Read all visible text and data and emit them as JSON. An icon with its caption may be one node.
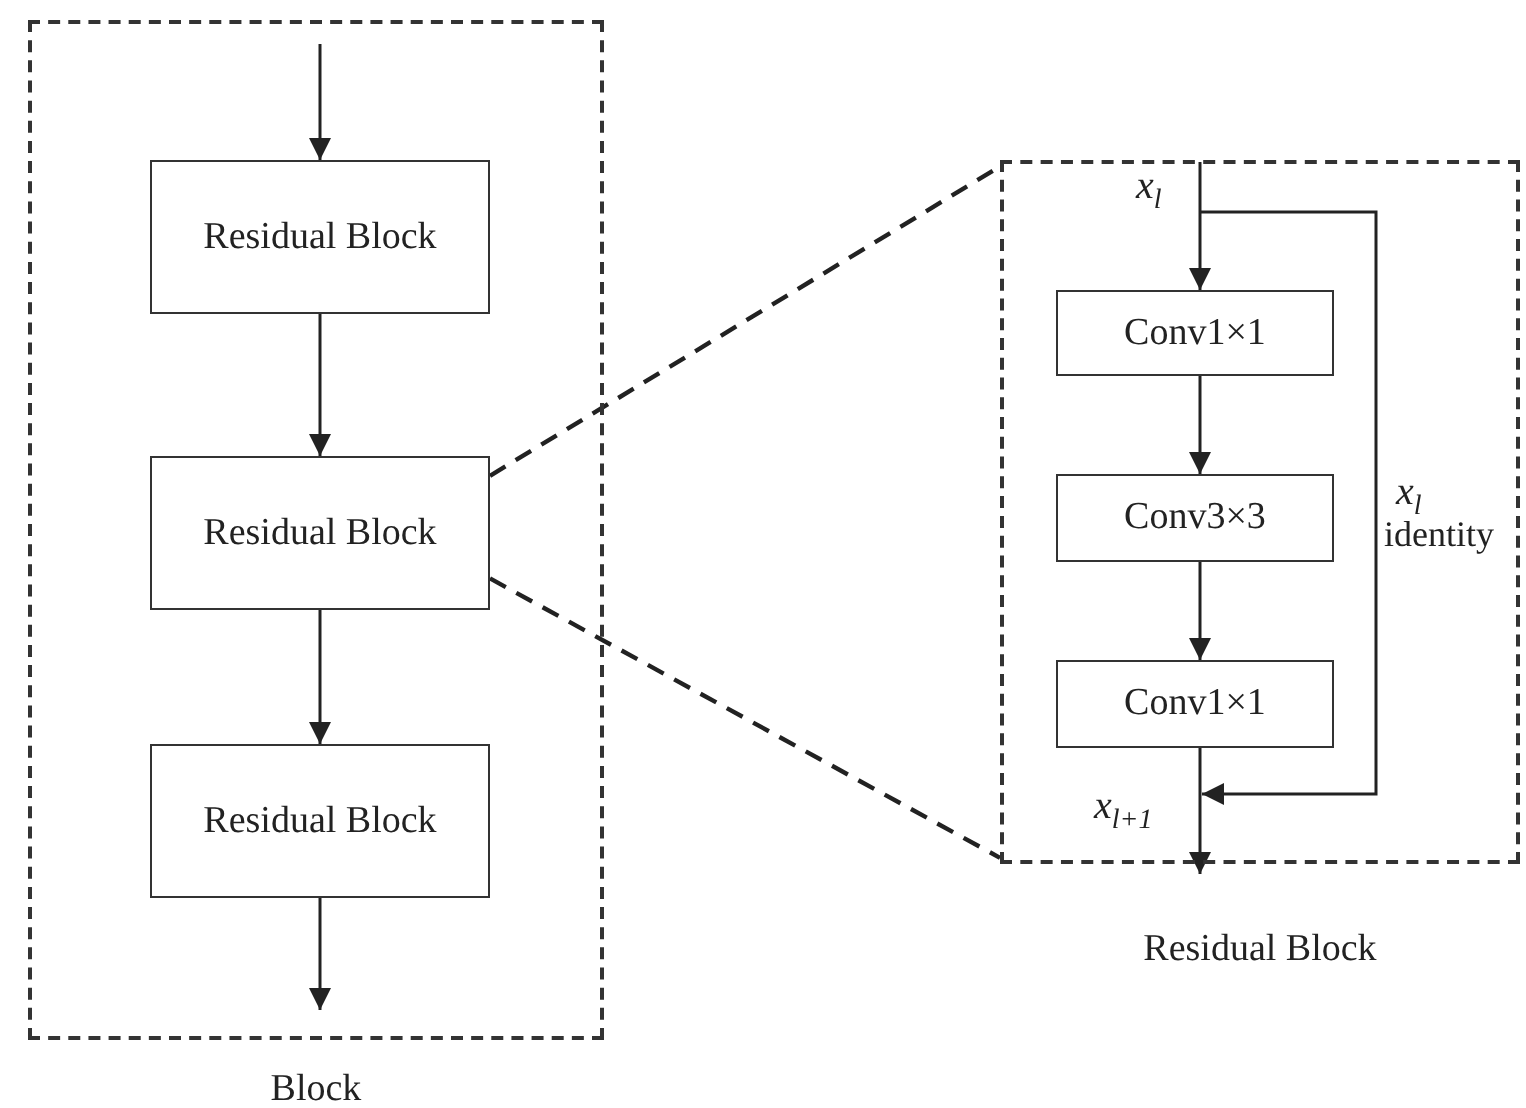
{
  "diagram": {
    "nodes": [
      {
        "text": [
          "Block"
        ]
      },
      {
        "text": [
          "Residual Block"
        ],
        "in": 0
      },
      {
        "text": [
          "Residual Block"
        ],
        "in": 0
      },
      {
        "text": [
          "Residual Block"
        ],
        "in": 0
      },
      {
        "text": [
          "Residual Block"
        ]
      },
      {
        "text": [
          "Conv1×1"
        ],
        "in": 4
      },
      {
        "text": [
          "Conv3×3"
        ],
        "in": 4
      },
      {
        "text": [
          "Conv1×1"
        ],
        "in": 4
      }
    ],
    "edges": [
      {
        "from": null,
        "to": 1,
        "arrow": "to"
      },
      {
        "from": 1,
        "to": 2,
        "arrow": "to"
      },
      {
        "from": 2,
        "to": 3,
        "arrow": "to"
      },
      {
        "from": 3,
        "to": null,
        "arrow": "to"
      },
      {
        "from": 2,
        "to": 4,
        "arrow": "none",
        "style": "dashed"
      },
      {
        "from": 2,
        "to": 4,
        "arrow": "none",
        "style": "dashed"
      },
      {
        "from": null,
        "to": 5,
        "arrow": "to",
        "label": "*x*$_{l}$"
      },
      {
        "from": 5,
        "to": 6,
        "arrow": "to"
      },
      {
        "from": 6,
        "to": 7,
        "arrow": "to"
      },
      {
        "from": 7,
        "to": null,
        "arrow": "to",
        "label": "*x*$_{l+1}$"
      }
    ],
    "labels": [
      "*x*$_{l}$",
      "identity"
    ]
  }
}
